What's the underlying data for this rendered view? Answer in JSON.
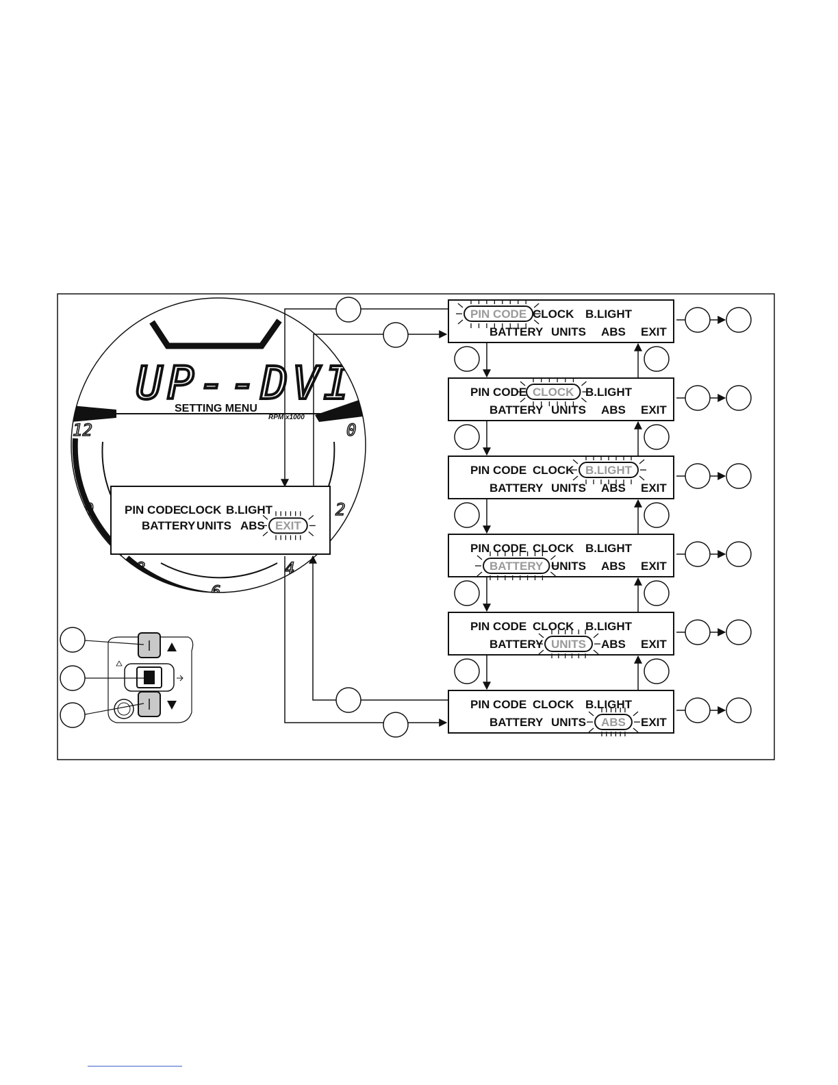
{
  "menu_items": [
    "PIN CODE",
    "CLOCK",
    "B.LIGHT",
    "BATTERY",
    "UNITS",
    "ABS",
    "EXIT"
  ],
  "gauge": {
    "display_text": "UP--DVI",
    "setting_menu_label": "SETTING MENU",
    "rpm_label": "RPM x1000",
    "ticks": [
      "12",
      "0",
      "10",
      "2",
      "8",
      "4",
      "6"
    ]
  },
  "menu_screens": [
    {
      "highlighted": "PIN CODE"
    },
    {
      "highlighted": "CLOCK"
    },
    {
      "highlighted": "B.LIGHT"
    },
    {
      "highlighted": "BATTERY"
    },
    {
      "highlighted": "UNITS"
    },
    {
      "highlighted": "ABS"
    }
  ],
  "main_display": {
    "highlighted": "EXIT"
  },
  "colors": {
    "highlight_text": "#9a9a9a",
    "button_fill": "#c9c9c9",
    "line": "#111111"
  }
}
